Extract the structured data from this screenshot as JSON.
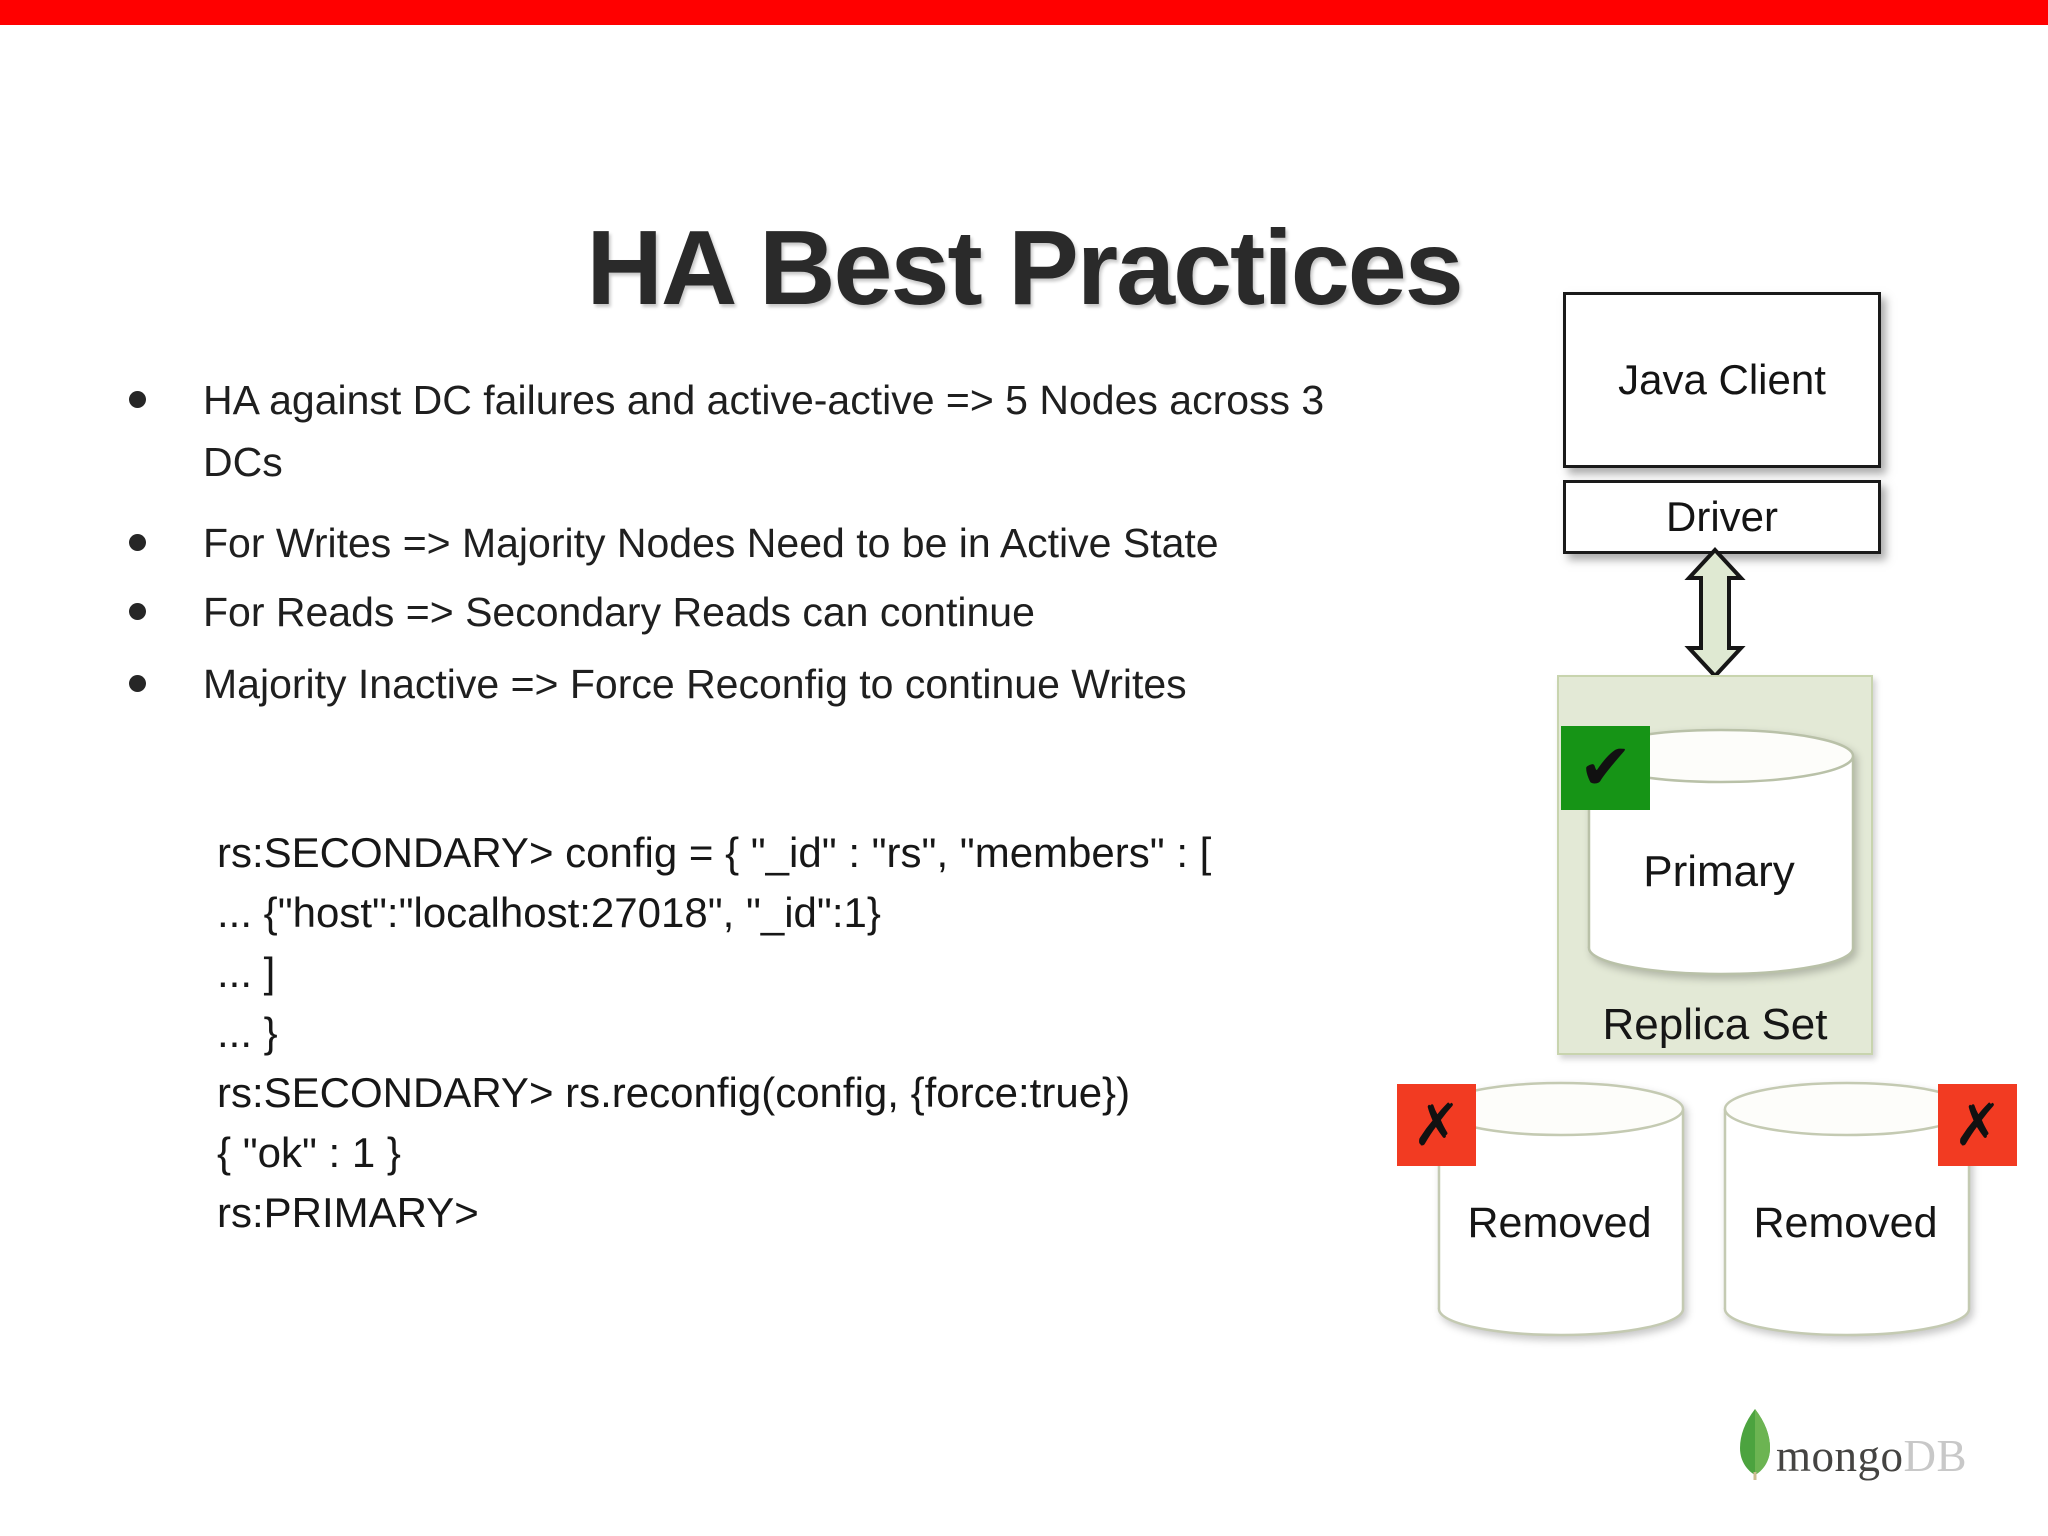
{
  "top_bar": {
    "color": "#ff0000"
  },
  "slide": {
    "title": "HA Best Practices",
    "bullets": [
      {
        "lines": [
          "HA against DC failures and active-active => 5 Nodes across 3",
          "DCs"
        ]
      },
      {
        "lines": [
          "For Writes => Majority Nodes Need to be in Active State"
        ]
      },
      {
        "lines": [
          "For Reads => Secondary Reads can continue"
        ]
      },
      {
        "lines": [
          "Majority Inactive => Force Reconfig to continue Writes"
        ]
      }
    ],
    "code_lines": [
      "rs:SECONDARY> config = { \"_id\" : \"rs\", \"members\" : [",
      "... {\"host\":\"localhost:27018\", \"_id\":1}",
      "... ]",
      "... }",
      "rs:SECONDARY> rs.reconfig(config, {force:true})",
      "{ \"ok\" : 1 }",
      "rs:PRIMARY>"
    ]
  },
  "diagram": {
    "java_client_label": "Java Client",
    "driver_label": "Driver",
    "replica_set_label": "Replica Set",
    "primary_label": "Primary",
    "removed_left_label": "Removed",
    "removed_right_label": "Removed",
    "check_icon": "✔",
    "x_icon_left": "✗",
    "x_icon_right": "✗",
    "colors": {
      "check_green": "#169416",
      "x_red": "#f23b22",
      "replica_fill": "#e3e9d6",
      "replica_border": "#c8d4ae",
      "arrow_fill": "#dfe9d2",
      "cylinder_stroke": "#b9c1a8"
    }
  },
  "footer": {
    "brand_mongo": "mongo",
    "brand_db": "DB"
  }
}
